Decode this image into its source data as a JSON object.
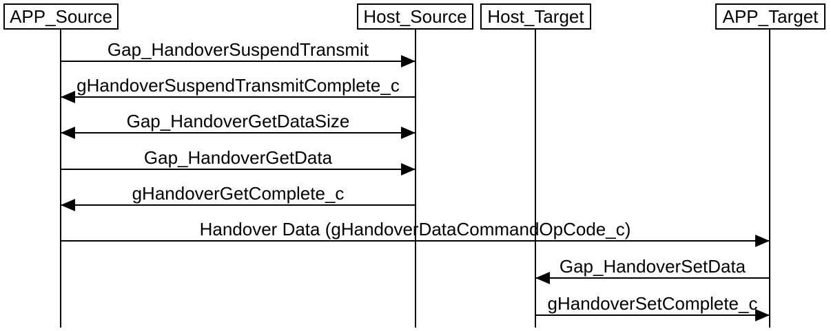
{
  "diagram": {
    "type": "sequence-diagram",
    "colors": {
      "line": "#000000",
      "text": "#000000",
      "background": "#ffffff"
    },
    "participants": [
      {
        "name": "APP_Source"
      },
      {
        "name": "Host_Source"
      },
      {
        "name": "Host_Target"
      },
      {
        "name": "APP_Target"
      }
    ],
    "messages": [
      {
        "label": "Gap_HandoverSuspendTransmit",
        "from": "APP_Source",
        "to": "Host_Source",
        "direction": "right"
      },
      {
        "label": "gHandoverSuspendTransmitComplete_c",
        "from": "Host_Source",
        "to": "APP_Source",
        "direction": "left"
      },
      {
        "label": "Gap_HandoverGetDataSize",
        "from": "APP_Source",
        "to": "Host_Source",
        "direction": "both"
      },
      {
        "label": "Gap_HandoverGetData",
        "from": "APP_Source",
        "to": "Host_Source",
        "direction": "right"
      },
      {
        "label": "gHandoverGetComplete_c",
        "from": "Host_Source",
        "to": "APP_Source",
        "direction": "left"
      },
      {
        "label": "Handover Data (gHandoverDataCommandOpCode_c)",
        "from": "APP_Source",
        "to": "APP_Target",
        "direction": "right"
      },
      {
        "label": "Gap_HandoverSetData",
        "from": "APP_Target",
        "to": "Host_Target",
        "direction": "left"
      },
      {
        "label": "gHandoverSetComplete_c",
        "from": "Host_Target",
        "to": "APP_Target",
        "direction": "right"
      }
    ]
  }
}
